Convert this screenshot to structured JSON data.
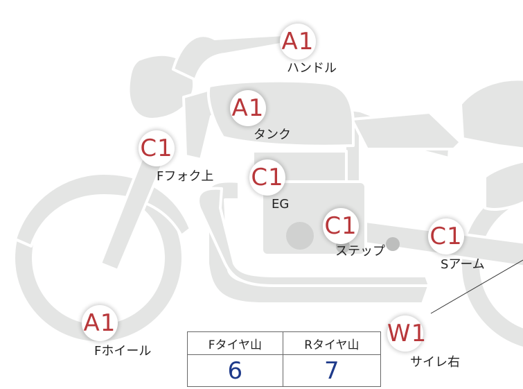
{
  "inspection_points": [
    {
      "grade": "A1",
      "part": "ハンドル"
    },
    {
      "grade": "A1",
      "part": "タンク"
    },
    {
      "grade": "C1",
      "part": "Fフォク上"
    },
    {
      "grade": "C1",
      "part": "EG"
    },
    {
      "grade": "C1",
      "part": "ステップ"
    },
    {
      "grade": "C1",
      "part": "Sアーム"
    },
    {
      "grade": "A1",
      "part": "Fホイール"
    },
    {
      "grade": "W1",
      "part": "サイレ右"
    }
  ],
  "tyre_table": {
    "headers": [
      "Fタイヤ山",
      "Rタイヤ山"
    ],
    "values": [
      "6",
      "7"
    ]
  },
  "colors": {
    "silhouette_fill": "#e4e5e4",
    "silhouette_stroke": "#ffffff",
    "grade_text": "#b8373a",
    "tyre_value_text": "#1e3a8a"
  }
}
